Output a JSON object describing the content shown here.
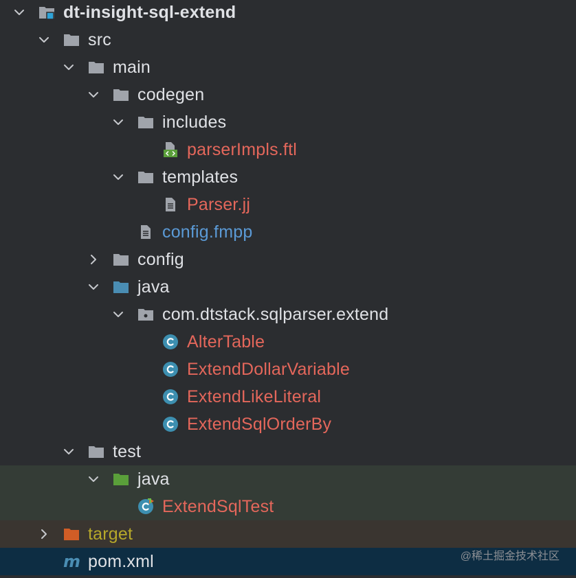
{
  "tree": {
    "rows": [
      {
        "label": "dt-insight-sql-extend",
        "depth": 0,
        "chevron": "down",
        "icon": "module-folder-icon",
        "style": "bold"
      },
      {
        "label": "src",
        "depth": 1,
        "chevron": "down",
        "icon": "folder-icon",
        "style": "default"
      },
      {
        "label": "main",
        "depth": 2,
        "chevron": "down",
        "icon": "folder-icon",
        "style": "default"
      },
      {
        "label": "codegen",
        "depth": 3,
        "chevron": "down",
        "icon": "folder-icon",
        "style": "default"
      },
      {
        "label": "includes",
        "depth": 4,
        "chevron": "down",
        "icon": "folder-icon",
        "style": "default"
      },
      {
        "label": "parserImpls.ftl",
        "depth": 5,
        "chevron": "none",
        "icon": "ftl-file-icon",
        "style": "red"
      },
      {
        "label": "templates",
        "depth": 4,
        "chevron": "down",
        "icon": "folder-icon",
        "style": "default"
      },
      {
        "label": "Parser.jj",
        "depth": 5,
        "chevron": "none",
        "icon": "text-file-icon",
        "style": "red"
      },
      {
        "label": "config.fmpp",
        "depth": 4,
        "chevron": "none",
        "icon": "text-file-icon",
        "style": "blue"
      },
      {
        "label": "config",
        "depth": 3,
        "chevron": "right",
        "icon": "folder-icon",
        "style": "default"
      },
      {
        "label": "java",
        "depth": 3,
        "chevron": "down",
        "icon": "source-folder-icon",
        "style": "default"
      },
      {
        "label": "com.dtstack.sqlparser.extend",
        "depth": 4,
        "chevron": "down",
        "icon": "package-icon",
        "style": "default"
      },
      {
        "label": "AlterTable",
        "depth": 5,
        "chevron": "none",
        "icon": "class-icon",
        "style": "red"
      },
      {
        "label": "ExtendDollarVariable",
        "depth": 5,
        "chevron": "none",
        "icon": "class-icon",
        "style": "red"
      },
      {
        "label": "ExtendLikeLiteral",
        "depth": 5,
        "chevron": "none",
        "icon": "class-icon",
        "style": "red"
      },
      {
        "label": "ExtendSqlOrderBy",
        "depth": 5,
        "chevron": "none",
        "icon": "class-icon",
        "style": "red"
      },
      {
        "label": "test",
        "depth": 2,
        "chevron": "down",
        "icon": "folder-icon",
        "style": "default"
      },
      {
        "label": "java",
        "depth": 3,
        "chevron": "down",
        "icon": "test-folder-icon",
        "style": "default",
        "highlight": "green"
      },
      {
        "label": "ExtendSqlTest",
        "depth": 4,
        "chevron": "none",
        "icon": "test-class-icon",
        "style": "red",
        "highlight": "green"
      },
      {
        "label": "target",
        "depth": 1,
        "chevron": "right",
        "icon": "excluded-folder-icon",
        "style": "olive",
        "highlight": "brown"
      },
      {
        "label": "pom.xml",
        "depth": 1,
        "chevron": "none",
        "icon": "maven-icon",
        "style": "default",
        "highlight": "selected"
      }
    ]
  },
  "watermark": "@稀土掘金技术社区",
  "colors": {
    "background": "#2b2d30",
    "text": "#dfe1e5",
    "modified_red": "#e4675b",
    "blue": "#5b9ad6",
    "olive": "#b6a82a",
    "folder_gray": "#a0a4ab",
    "source_blue": "#4a8db3",
    "test_green": "#5a9f3a",
    "excluded_orange": "#d15d26",
    "class_teal": "#3d8fb0",
    "selected": "#0d2d43"
  }
}
